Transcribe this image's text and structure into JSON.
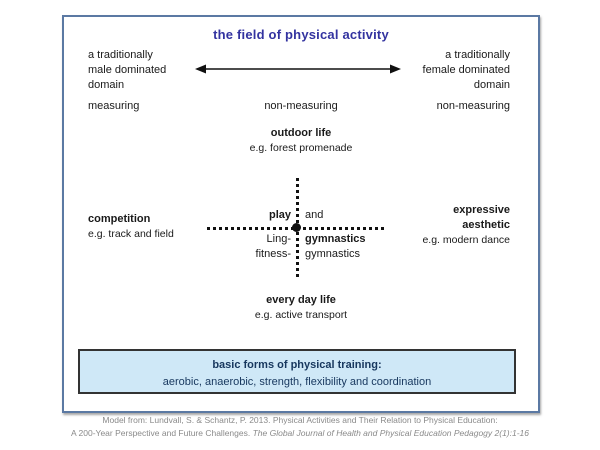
{
  "title": "the field of physical activity",
  "gender_axis": {
    "left": "a traditionally\nmale dominated\ndomain",
    "right": "a traditionally\nfemale dominated\ndomain"
  },
  "measuring_axis": {
    "left": "measuring",
    "center": "non-measuring",
    "right": "non-measuring"
  },
  "quadrants": {
    "top": {
      "name": "outdoor life",
      "example": "e.g. forest promenade"
    },
    "left": {
      "name": "competition",
      "example": "e.g. track and field"
    },
    "right": {
      "name": "expressive\naesthetic",
      "example": "e.g. modern dance"
    },
    "bottom": {
      "name": "every day life",
      "example": "e.g. active transport"
    }
  },
  "center_cross": {
    "top_left": "play",
    "top_right": "and",
    "mid_left": "Ling-",
    "mid_right": "gymnastics",
    "bottom_left": "fitness-",
    "bottom_right": "gymnastics"
  },
  "training_box": {
    "heading": "basic forms of physical training:",
    "items": "aerobic, anaerobic, strength, flexibility and coordination"
  },
  "caption": {
    "line1": "Model from: Lundvall, S. & Schantz, P. 2013. Physical Activities and Their Relation to Physical Education:",
    "line2_regular": "A 200-Year Perspective and Future Challenges. ",
    "line2_italic": "The Global Journal of Health and Physical Education Pedagogy 2(1):1-16"
  },
  "colors": {
    "title_text": "#3333a0",
    "frame_border": "#5b79a3",
    "training_box_bg": "#cfe8f7",
    "training_box_border": "#333333",
    "training_box_text": "#17375e",
    "caption_text": "#8a8a8a"
  }
}
